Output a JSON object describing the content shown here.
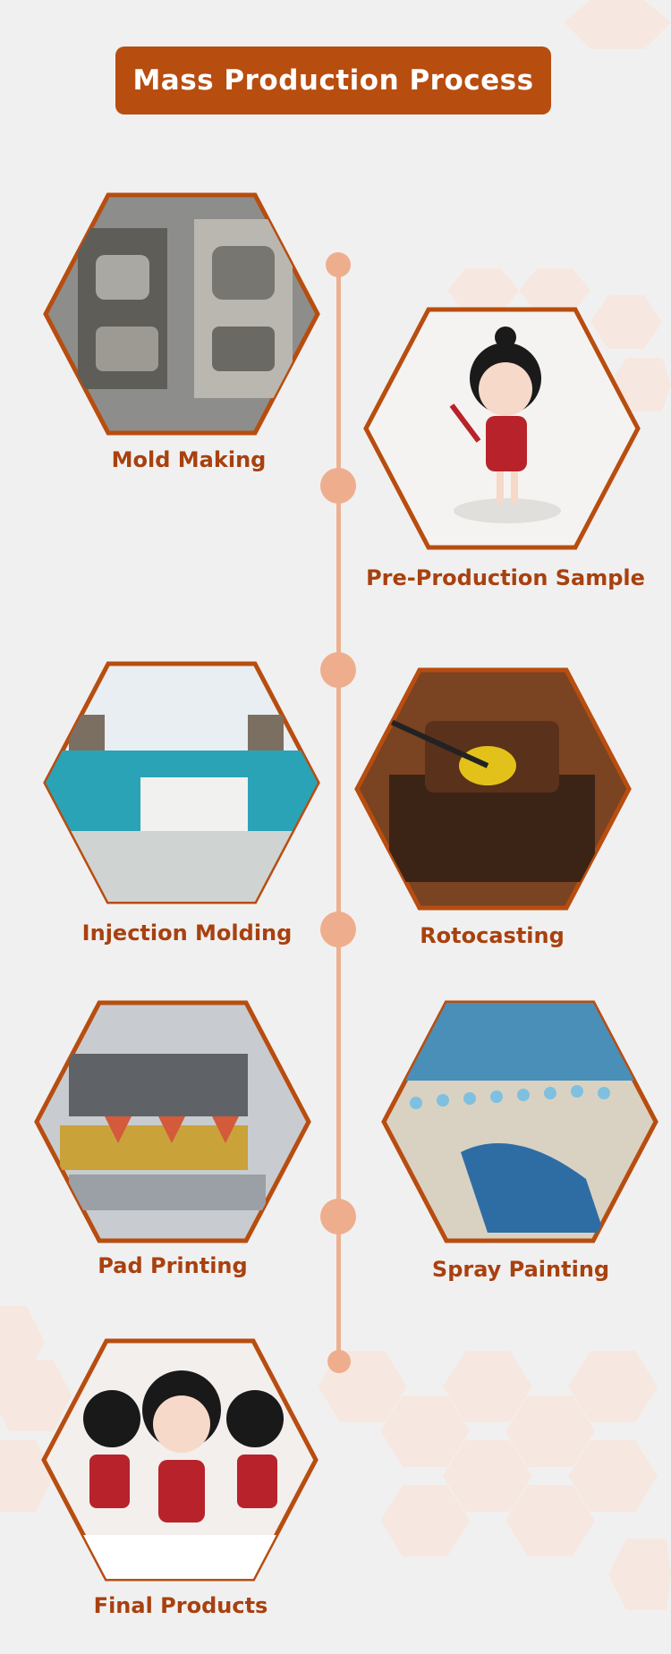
{
  "header": {
    "title": "Mass Production Process"
  },
  "steps": [
    {
      "label": "Mold Making",
      "photo": "steel-mold-photo",
      "palette": [
        "#8d8e8c",
        "#5e5d58",
        "#b9b7b0"
      ]
    },
    {
      "label": "Pre-Production Sample",
      "photo": "figure-sample-photo",
      "palette": [
        "#f4f3f1",
        "#b8232b",
        "#1a1a1a"
      ]
    },
    {
      "label": "Injection Molding",
      "photo": "factory-machines-photo",
      "palette": [
        "#e8eef1",
        "#2aa3b7",
        "#7b6f62"
      ]
    },
    {
      "label": "Rotocasting",
      "photo": "rotocast-mold-photo",
      "palette": [
        "#7a4322",
        "#3b2416",
        "#e2c21a"
      ]
    },
    {
      "label": "Pad Printing",
      "photo": "pad-printer-photo",
      "palette": [
        "#c8ccd0",
        "#5f6368",
        "#c9a33a"
      ]
    },
    {
      "label": "Spray Painting",
      "photo": "spray-painting-photo",
      "palette": [
        "#4a8fb8",
        "#d9d2c2",
        "#2e6da4"
      ]
    },
    {
      "label": "Final Products",
      "photo": "final-figures-photo",
      "palette": [
        "#f2efec",
        "#b8232b",
        "#191919"
      ]
    }
  ]
}
